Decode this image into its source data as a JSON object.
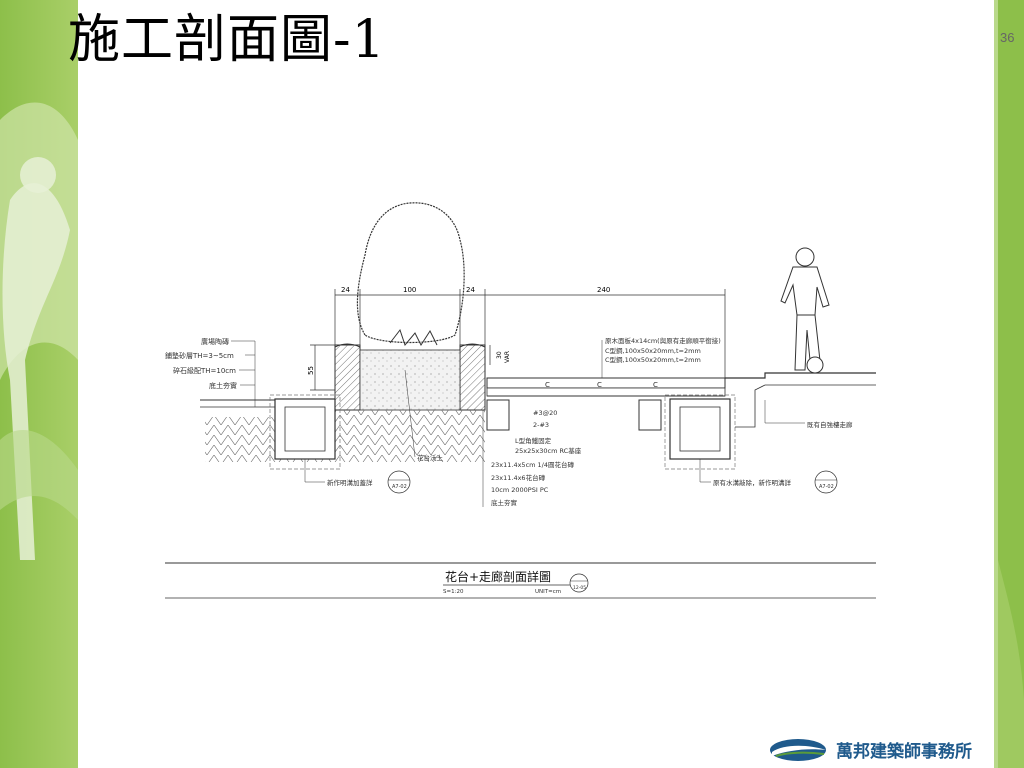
{
  "slide": {
    "title": "施工剖面圖-1",
    "page_number": "36"
  },
  "drawing": {
    "dims": {
      "d1": "24",
      "d2": "100",
      "d3": "24",
      "d4": "240",
      "h1": "55",
      "h2": "30",
      "h2_sub": "VAR"
    },
    "left_labels": [
      "廣場陶磚",
      "鋪墊砂層TH=3~5cm",
      "碎石級配TH=10cm",
      "底土夯實"
    ],
    "right_top_labels": [
      "原木面板4x14cm(與原有走廊順平銜接)",
      "C型鋼,100x50x20mm,t=2mm",
      "C型鋼,100x50x20mm,t=2mm"
    ],
    "mid_labels": [
      "#3@20",
      "2-#3",
      "L型角鐵固定",
      "25x25x30cm  RC基座",
      "23x11.4x5cm  1/4圓花台磚",
      "23x11.4x6花台磚",
      "10cm 2000PSI PC",
      "底土夯實"
    ],
    "soil_label": "花台沃土",
    "corridor_label": "既有自強樓走廊",
    "callout_left": "新作明溝加蓋詳",
    "callout_left_ref": "A7-02",
    "callout_right": "原有水溝敲除，新作明溝詳",
    "callout_right_ref": "A7-02",
    "detail_title": "花台+走廊剖面詳圖",
    "scale": "S=1:20",
    "unit": "UNIT=cm",
    "detail_ref": "12-05"
  },
  "logo": {
    "text": "萬邦建築師事務所"
  }
}
